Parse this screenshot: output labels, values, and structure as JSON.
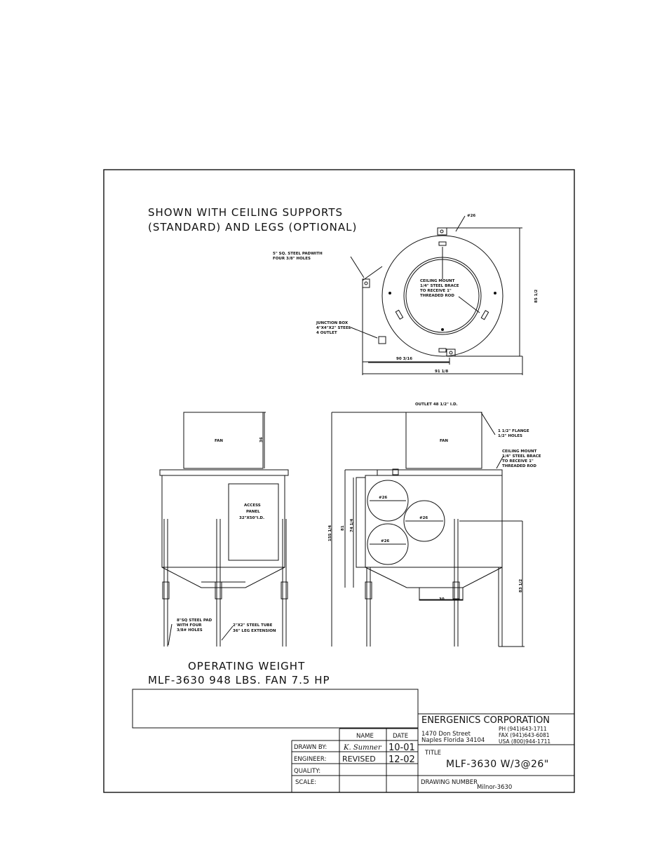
{
  "drawing": {
    "header_note_line1": "SHOWN WITH CEILING SUPPORTS",
    "header_note_line2": "(STANDARD) AND LEGS (OPTIONAL)",
    "top_view": {
      "label_hole": "#26",
      "pad_line1": "5\" SQ. STEEL PADWITH",
      "pad_line2": "FOUR 3/8\" HOLES",
      "mount_line1": "CEILING MOUNT",
      "mount_line2": "1/4\" STEEL BRACE",
      "mount_line3": "TO RECEIVE 1\"",
      "mount_line4": "THREADED ROD",
      "jbox_line1": "JUNCTION BOX",
      "jbox_line2": "4\"X4\"X2\" STEEL",
      "jbox_line3": "4 OUTLET",
      "dim_height": "85 1/2",
      "dim_inner": "90 3/16",
      "dim_outer": "91 1/8"
    },
    "left_view": {
      "fan": "FAN",
      "fan_dim": "36",
      "access_line1": "ACCESS",
      "access_line2": "PANEL",
      "access_line3": "32\"X50\"I.D.",
      "pad_line1": "8\"SQ STEEL PAD",
      "pad_line2": "WITH FOUR",
      "pad_line3": "3/8# HOLES",
      "tube_line1": "2\"X2\" STEEL TUBE",
      "tube_line2": "36\" LEG EXTENSION"
    },
    "right_view": {
      "outlet": "OUTLET 48 1/2\" I.D.",
      "fan": "FAN",
      "flange_line1": "1 1/2\" FLANGE",
      "flange_line2": "1/2\" HOLES",
      "mount_line1": "CEILING MOUNT",
      "mount_line2": "1/4\" STEEL BRACE",
      "mount_line3": "TO RECEIVE 1\"",
      "mount_line4": "THREADED ROD",
      "hole_a": "#26",
      "hole_b": "#26",
      "hole_c": "#26",
      "dim_total": "155 1/4",
      "dim_81": "81",
      "dim_74": "74 1/4",
      "dim_30": "30",
      "dim_leg": "83 1/2"
    },
    "weight_line1": "OPERATING WEIGHT",
    "weight_line2": "MLF-3630   948  LBS.  FAN  7.5  HP"
  },
  "title_block": {
    "company": "ENERGENICS  CORPORATION",
    "address_line1": "1470 Don Street",
    "address_line2": "Naples Florida  34104",
    "phone": "PH (941)643-1711",
    "fax": "FAX (941)643-6081",
    "usa": "USA (800)944-1711",
    "col_name": "NAME",
    "col_date": "DATE",
    "drawn_by_label": "DRAWN BY:",
    "drawn_by_name": "K. Sumner",
    "drawn_by_date": "10-01",
    "engineer_label": "ENGINEER:",
    "engineer_name": "REVISED",
    "engineer_date": "12-02",
    "quality_label": "QUALITY:",
    "scale_label": "SCALE:",
    "title_label": "TITLE",
    "title_value": "MLF-3630  W/3@26\"",
    "drawing_number_label": "DRAWING NUMBER",
    "drawing_number_value": "Milnor-3630"
  }
}
